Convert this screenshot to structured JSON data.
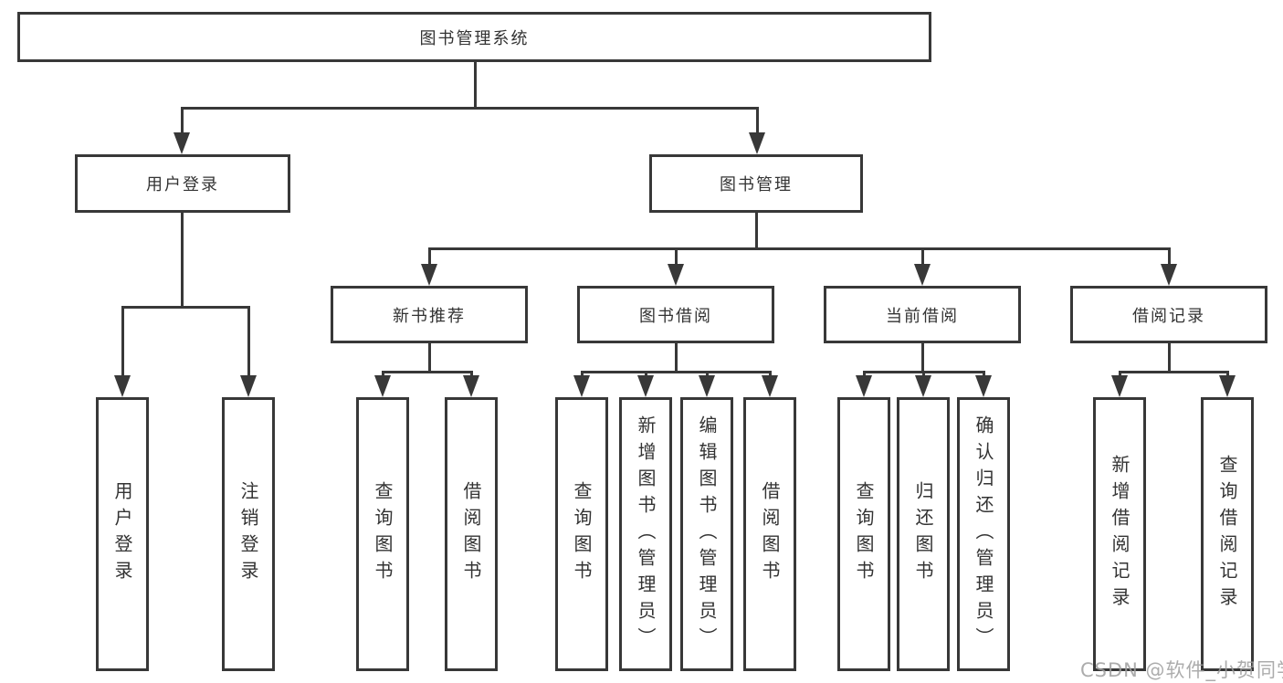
{
  "watermark": "CSDN @软件_小贺同学",
  "colors": {
    "line": "#383838",
    "box_border": "#383838",
    "text": "#333333",
    "watermark": "#9e9e9e",
    "background": "#ffffff"
  },
  "tree": {
    "label": "图书管理系统",
    "children": [
      {
        "label": "用户登录",
        "children": [
          {
            "label": "用户登录"
          },
          {
            "label": "注销登录"
          }
        ]
      },
      {
        "label": "图书管理",
        "children": [
          {
            "label": "新书推荐",
            "children": [
              {
                "label": "查询图书"
              },
              {
                "label": "借阅图书"
              }
            ]
          },
          {
            "label": "图书借阅",
            "children": [
              {
                "label": "查询图书"
              },
              {
                "label": "新增图书（管理员）"
              },
              {
                "label": "编辑图书（管理员）"
              },
              {
                "label": "借阅图书"
              }
            ]
          },
          {
            "label": "当前借阅",
            "children": [
              {
                "label": "查询图书"
              },
              {
                "label": "归还图书"
              },
              {
                "label": "确认归还（管理员）"
              }
            ]
          },
          {
            "label": "借阅记录",
            "children": [
              {
                "label": "新增借阅记录"
              },
              {
                "label": "查询借阅记录"
              }
            ]
          }
        ]
      }
    ]
  }
}
